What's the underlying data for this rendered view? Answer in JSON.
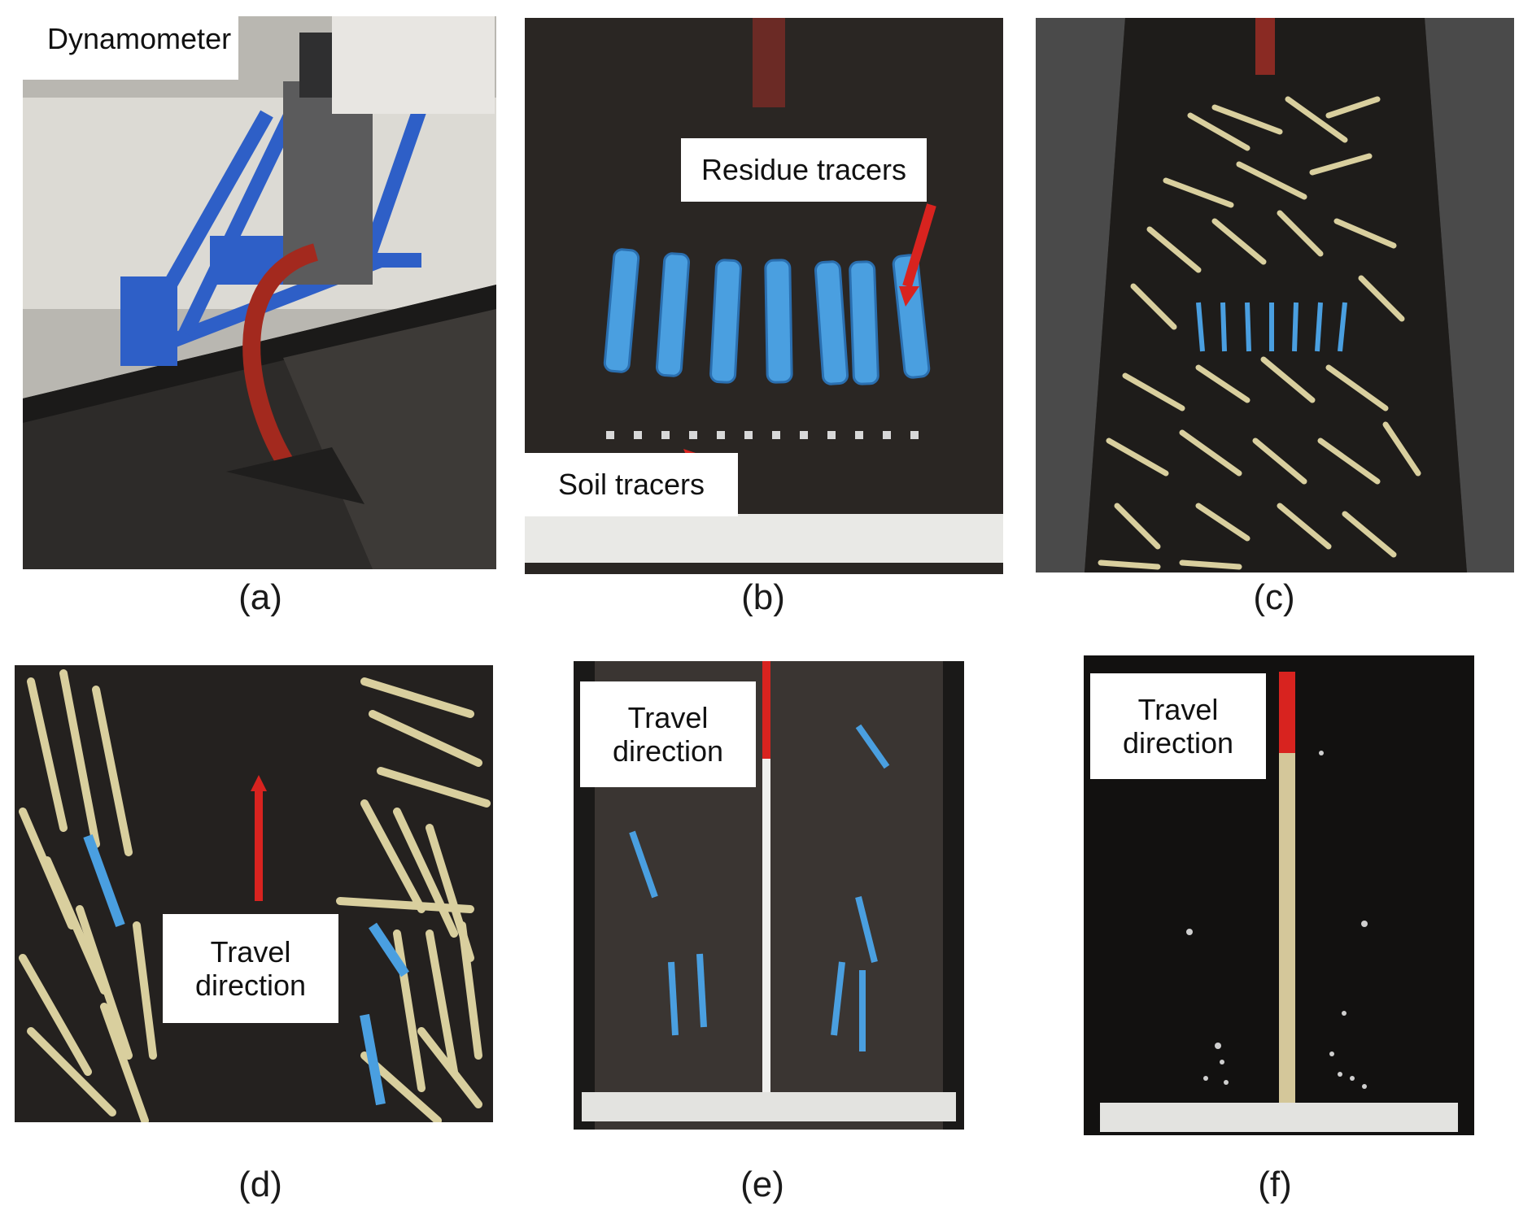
{
  "figure": {
    "panels": [
      {
        "id": "a",
        "caption": "(a)",
        "labels": [
          "Dynamometer"
        ]
      },
      {
        "id": "b",
        "caption": "(b)",
        "labels": [
          "Residue tracers",
          "Soil tracers"
        ]
      },
      {
        "id": "c",
        "caption": "(c)",
        "labels": []
      },
      {
        "id": "d",
        "caption": "(d)",
        "labels": [
          "Travel",
          "direction"
        ]
      },
      {
        "id": "e",
        "caption": "(e)",
        "labels": [
          "Travel",
          "direction"
        ]
      },
      {
        "id": "f",
        "caption": "(f)",
        "labels": [
          "Travel",
          "direction"
        ]
      }
    ]
  },
  "colors": {
    "soil": "#2a2623",
    "frame_blue": "#2e5fc7",
    "tracer_blue": "#4a9fe0",
    "arrow_red": "#d8231f",
    "residue": "#d9cf9e",
    "ruler": "#e9e9e6"
  }
}
